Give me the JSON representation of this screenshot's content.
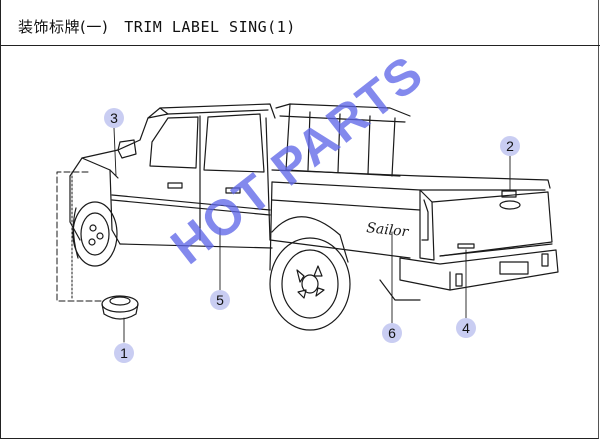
{
  "header": {
    "title_cn": "装饰标牌(一)",
    "title_en": "TRIM LABEL SING(1)"
  },
  "callouts": [
    {
      "id": "1",
      "label": "1"
    },
    {
      "id": "2",
      "label": "2"
    },
    {
      "id": "3",
      "label": "3"
    },
    {
      "id": "4",
      "label": "4"
    },
    {
      "id": "5",
      "label": "5"
    },
    {
      "id": "6",
      "label": "6"
    }
  ],
  "badge_script": "Sailor",
  "watermark": "HOT PARTS",
  "colors": {
    "line": "#1a1a1a",
    "callout_fill": "#c9cdf2",
    "watermark": "#6068e8"
  }
}
